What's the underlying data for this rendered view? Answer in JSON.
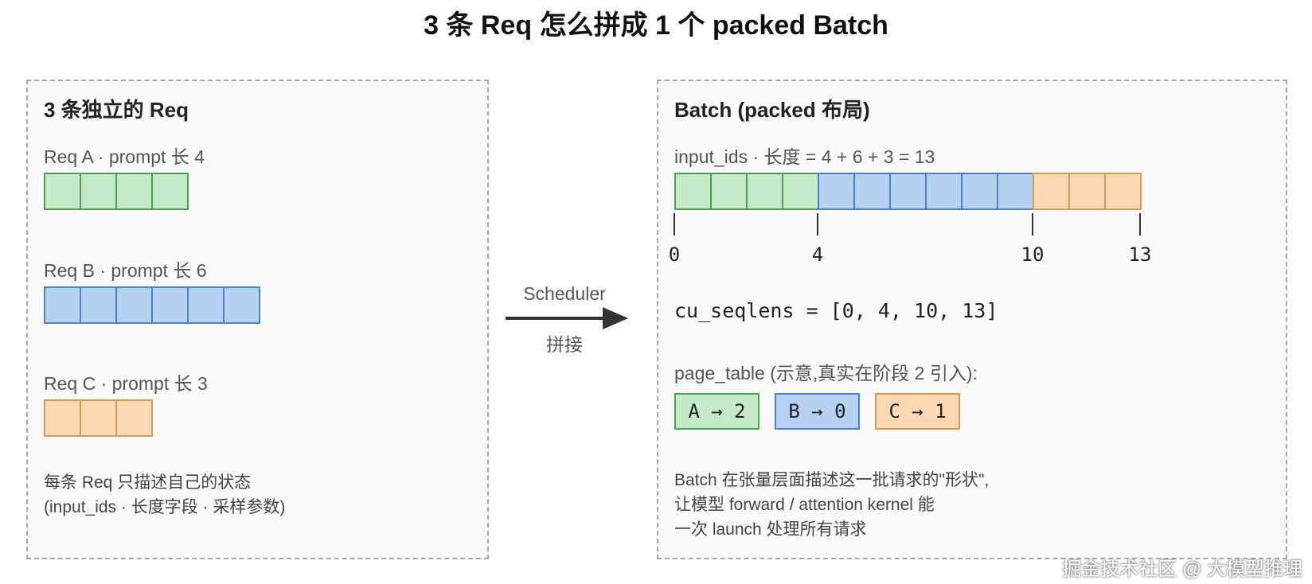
{
  "title": "3 条 Req 怎么拼成 1 个 packed Batch",
  "left_panel": {
    "title": "3 条独立的 Req",
    "requests": [
      {
        "label": "Req A · prompt 长 4",
        "length": 4,
        "color": "green"
      },
      {
        "label": "Req B · prompt 长 6",
        "length": 6,
        "color": "blue"
      },
      {
        "label": "Req C · prompt 长 3",
        "length": 3,
        "color": "orange"
      }
    ],
    "note_line1": "每条 Req 只描述自己的状态",
    "note_line2": "(input_ids · 长度字段 · 采样参数)"
  },
  "arrow": {
    "top_label": "Scheduler",
    "bottom_label": "拼接"
  },
  "right_panel": {
    "title": "Batch (packed 布局)",
    "input_ids_label": "input_ids · 长度 = 4 + 6 + 3 = 13",
    "segments": [
      {
        "length": 4,
        "color": "green"
      },
      {
        "length": 6,
        "color": "blue"
      },
      {
        "length": 3,
        "color": "orange"
      }
    ],
    "offsets": [
      "0",
      "4",
      "10",
      "13"
    ],
    "cu_seqlens": "cu_seqlens = [0, 4, 10, 13]",
    "page_table_label": "page_table (示意,真实在阶段 2 引入):",
    "page_table": [
      {
        "text": "A → 2",
        "color": "green"
      },
      {
        "text": "B → 0",
        "color": "blue"
      },
      {
        "text": "C → 1",
        "color": "orange"
      }
    ],
    "note_line1": "Batch 在张量层面描述这一批请求的\"形状\",",
    "note_line2": "让模型 forward / attention kernel 能",
    "note_line3": "一次 launch 处理所有请求"
  },
  "watermark": "掘金技术社区 @ 大模型推理",
  "colors": {
    "green_fill": "#c5eac8",
    "green_border": "#49a251",
    "blue_fill": "#b6d1f1",
    "blue_border": "#4a7fd1",
    "orange_fill": "#fdd9b3",
    "orange_border": "#d99a4f"
  }
}
